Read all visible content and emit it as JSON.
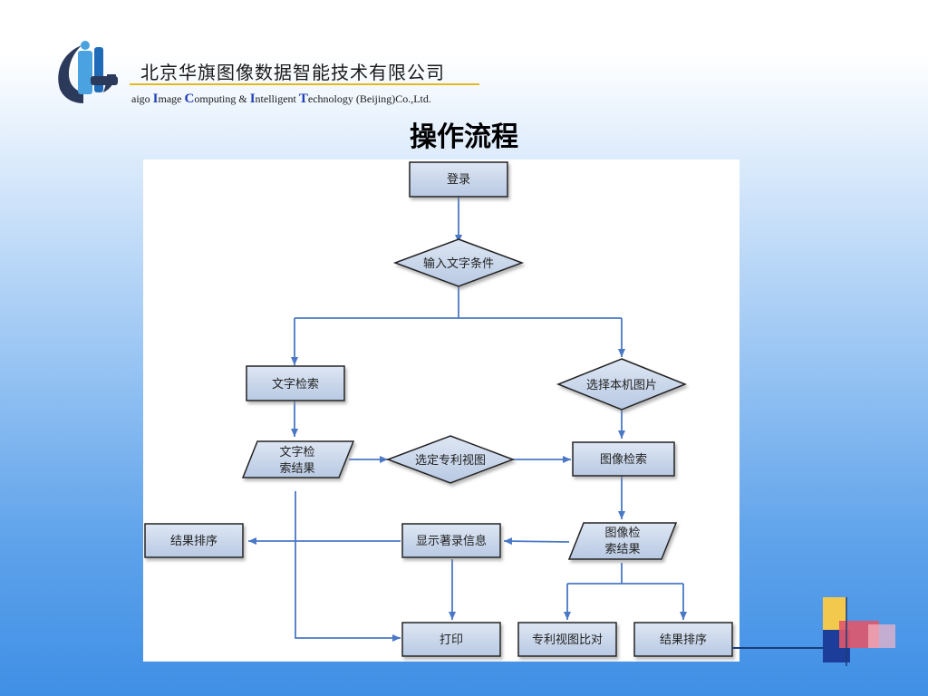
{
  "header": {
    "company_cn": "北京华旗图像数据智能技术有限公司",
    "company_en_parts": [
      "aigo ",
      "I",
      "mage ",
      "C",
      "omputing & ",
      "I",
      "ntelligent ",
      "T",
      "echnology (Beijing)Co.,Ltd."
    ]
  },
  "title": "操作流程",
  "flowchart": {
    "nodes": {
      "login": "登录",
      "input_text": "输入文字条件",
      "text_search": "文字检索",
      "select_image": "选择本机图片",
      "text_result_l1": "文字检",
      "text_result_l2": "索结果",
      "select_patent_view": "选定专利视图",
      "image_search": "图像检索",
      "sort_left": "结果排序",
      "show_biblio": "显示著录信息",
      "image_result_l1": "图像检",
      "image_result_l2": "索结果",
      "print": "打印",
      "view_compare": "专利视图比对",
      "sort_right": "结果排序"
    }
  },
  "colors": {
    "box_fill": "#c9d6ea",
    "box_border": "#222222",
    "arrow": "#4a78c4",
    "accent_blue": "#1f3fb8",
    "logo_yellow": "#e6b820"
  }
}
